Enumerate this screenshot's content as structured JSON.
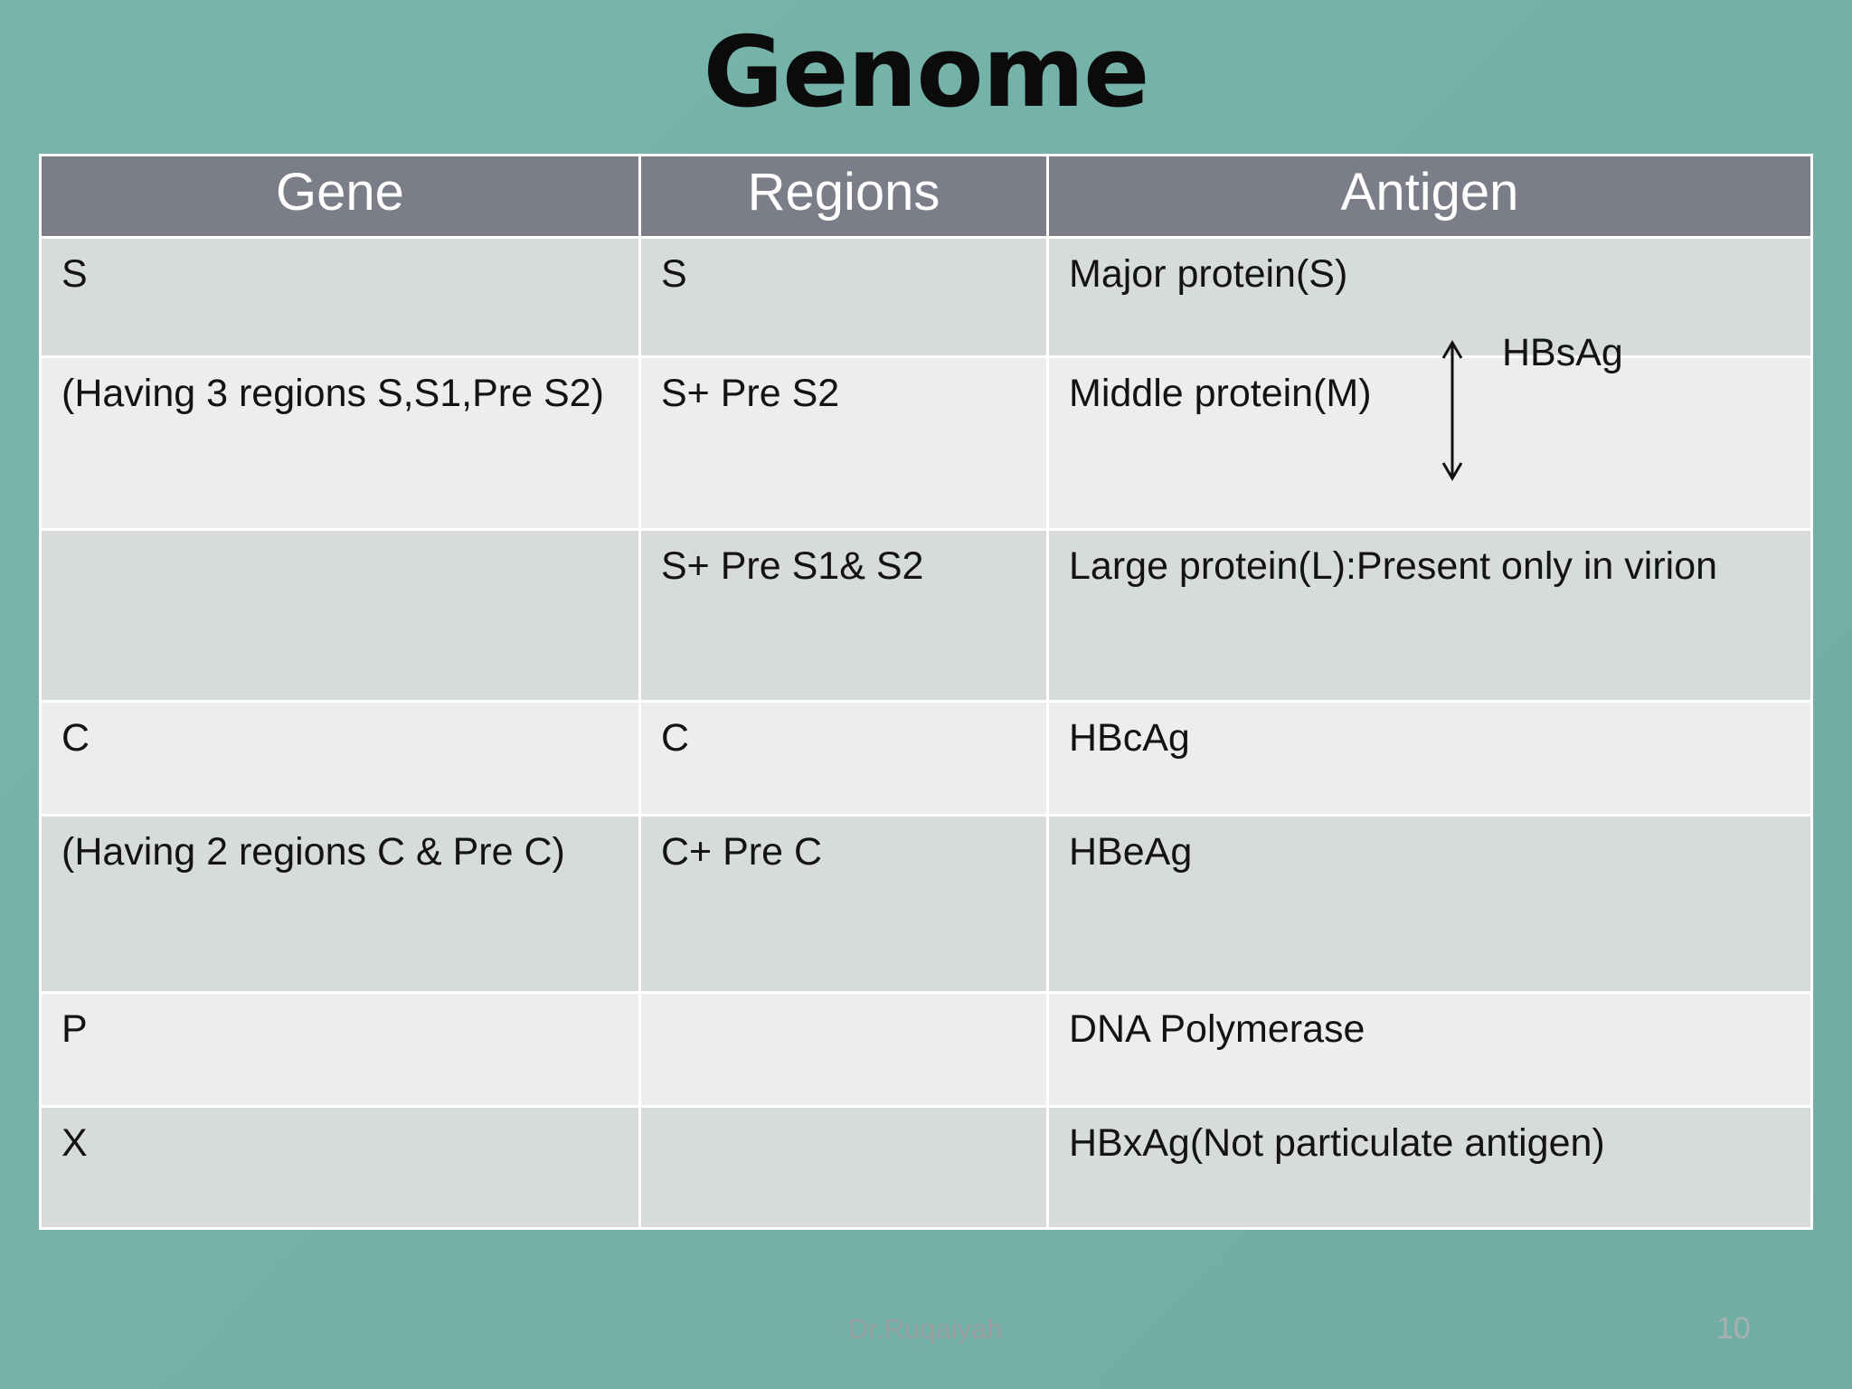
{
  "slide": {
    "title": "Genome",
    "background_color": "#74b3ab",
    "header_color": "#7b7d88",
    "band_dark_color": "#d8dbdb",
    "band_light_color": "#eceeee"
  },
  "table": {
    "columns": [
      "Gene",
      "Regions",
      "Antigen"
    ],
    "rows": [
      {
        "gene": "S",
        "regions": "S",
        "antigen": "Major protein(S)",
        "gene_bold": true
      },
      {
        "gene": "(Having 3 regions S,S1,Pre S2)",
        "regions": "S+ Pre S2",
        "antigen": "Middle protein(M)",
        "gene_bold": false
      },
      {
        "gene": "",
        "regions": "S+ Pre S1& S2",
        "antigen": "Large protein(L):Present only in virion",
        "gene_bold": false
      },
      {
        "gene": "C",
        "regions": "C",
        "antigen": "HBcAg",
        "gene_bold": true
      },
      {
        "gene": "(Having 2 regions C & Pre C)",
        "regions": "C+ Pre C",
        "antigen": "HBeAg",
        "gene_bold": false
      },
      {
        "gene": "P",
        "regions": "",
        "antigen": "DNA  Polymerase",
        "gene_bold": true
      },
      {
        "gene": "X",
        "regions": "",
        "antigen": "HBxAg(Not particulate antigen)",
        "gene_bold": true
      }
    ]
  },
  "annotations": {
    "hbsag_label": "HBsAg",
    "arrow": "double-headed-vertical-arrow"
  },
  "footer": {
    "author": "Dr.Ruqaiyah",
    "page_number": "10"
  }
}
